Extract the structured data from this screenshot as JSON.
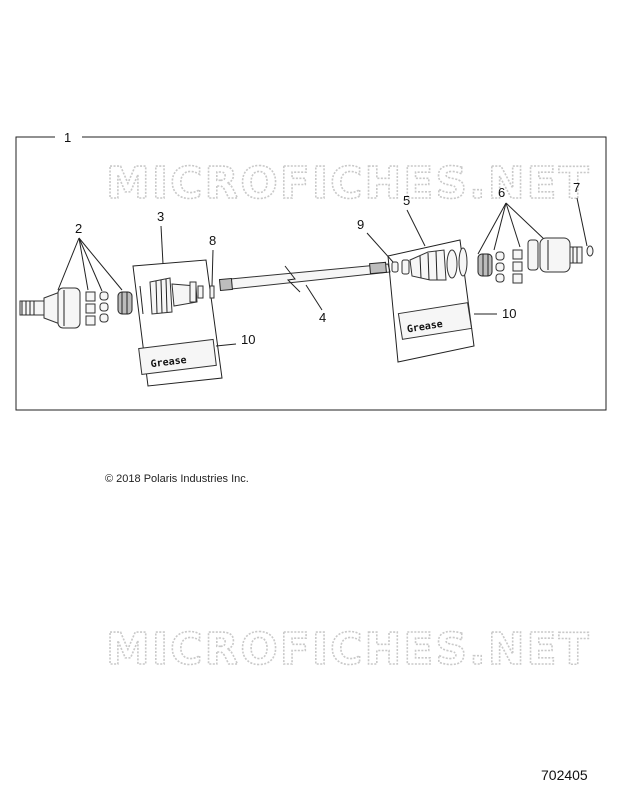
{
  "watermark": "MICROFICHES.NET",
  "callouts": {
    "c1": "1",
    "c2": "2",
    "c3": "3",
    "c4": "4",
    "c5": "5",
    "c6": "6",
    "c7": "7",
    "c8": "8",
    "c9": "9",
    "c10a": "10",
    "c10b": "10"
  },
  "grease_left": "Grease",
  "grease_right": "Grease",
  "copyright": "© 2018 Polaris Industries Inc.",
  "figure_id": "702405"
}
